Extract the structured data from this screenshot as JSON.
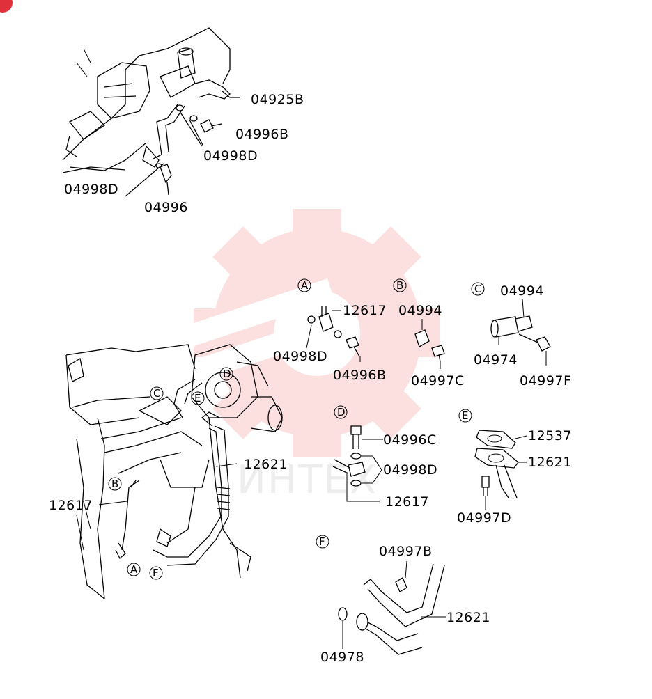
{
  "watermark": {
    "text": "ИНТЕХ",
    "color": "#f04848",
    "icon": "gear-logo-icon"
  },
  "corner_badge": {
    "color": "#e0303c"
  },
  "top_view": {
    "labels": [
      "04925B",
      "04996B",
      "04998D",
      "04998D",
      "04996"
    ]
  },
  "main_view": {
    "labels": [
      "12621",
      "12617"
    ],
    "callouts": [
      "C",
      "E",
      "D",
      "B",
      "A",
      "F"
    ]
  },
  "details": {
    "A": {
      "letter": "A",
      "labels": [
        "12617",
        "04998D",
        "04996B"
      ]
    },
    "B": {
      "letter": "B",
      "labels": [
        "04994",
        "04997C"
      ]
    },
    "C": {
      "letter": "C",
      "labels": [
        "04994",
        "04974",
        "04997F"
      ]
    },
    "D": {
      "letter": "D",
      "labels": [
        "04996C",
        "04998D",
        "12617"
      ]
    },
    "E": {
      "letter": "E",
      "labels": [
        "12537",
        "12621",
        "04997D"
      ]
    },
    "F": {
      "letter": "F",
      "labels": [
        "04997B",
        "12621",
        "04978"
      ]
    }
  }
}
